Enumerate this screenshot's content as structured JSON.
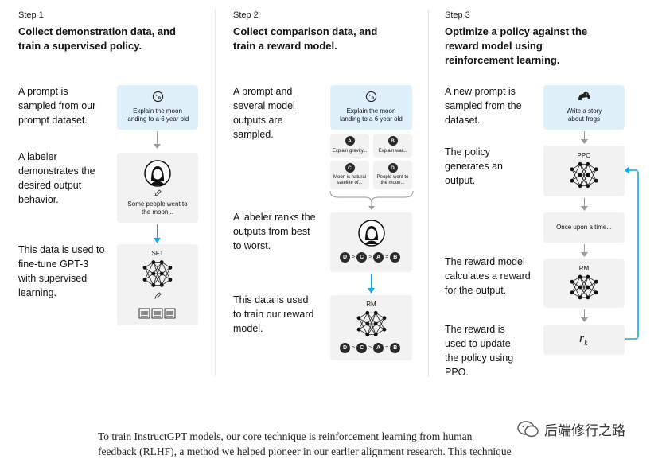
{
  "steps": [
    {
      "number": "Step 1",
      "title": "Collect demonstration data, and train a supervised policy.",
      "descriptions": [
        "A prompt is sampled from our prompt dataset.",
        "A labeler demonstrates the desired output behavior.",
        "This data is used to fine-tune GPT-3 with supervised learning."
      ],
      "prompt_box": "Explain the moon landing to a 6 year old",
      "demo_box": "Some people went to the moon...",
      "model_label": "SFT"
    },
    {
      "number": "Step 2",
      "title": "Collect comparison data, and train a reward model.",
      "descriptions": [
        "A prompt and several model outputs are sampled.",
        "A labeler ranks the outputs from best to worst.",
        "This data is used to train our reward model."
      ],
      "prompt_box": "Explain the moon landing to a 6 year old",
      "outputs": [
        {
          "letter": "A",
          "text": "Explain gravity..."
        },
        {
          "letter": "B",
          "text": "Explain war..."
        },
        {
          "letter": "C",
          "text": "Moon is natural satellite of..."
        },
        {
          "letter": "D",
          "text": "People went to the moon..."
        }
      ],
      "ranking": [
        "D",
        ">",
        "C",
        ">",
        "A",
        "=",
        "B"
      ],
      "model_label": "RM"
    },
    {
      "number": "Step 3",
      "title": "Optimize a policy against the reward model using reinforcement learning.",
      "descriptions": [
        "A new prompt is sampled from the dataset.",
        "The policy generates an output.",
        "The reward model calculates a reward for the output.",
        "The reward is used to update the policy using PPO."
      ],
      "prompt_box": "Write a story about frogs",
      "policy_label": "PPO",
      "output_box": "Once upon a time...",
      "reward_model_label": "RM",
      "reward_symbol": "r",
      "reward_subscript": "k"
    }
  ],
  "body": {
    "line1_before": "To train InstructGPT models, our core technique is ",
    "line1_link": "reinforcement learning from human",
    "line2": "feedback (RLHF), a method we helped pioneer in our earlier alignment research. This technique"
  },
  "watermark": "后端修行之路",
  "colors": {
    "arrow_gray": "#9a9a9a",
    "arrow_blue": "#1aa3e8",
    "prompt_bg": "#dff0fb",
    "box_bg": "#f2f2f2"
  }
}
